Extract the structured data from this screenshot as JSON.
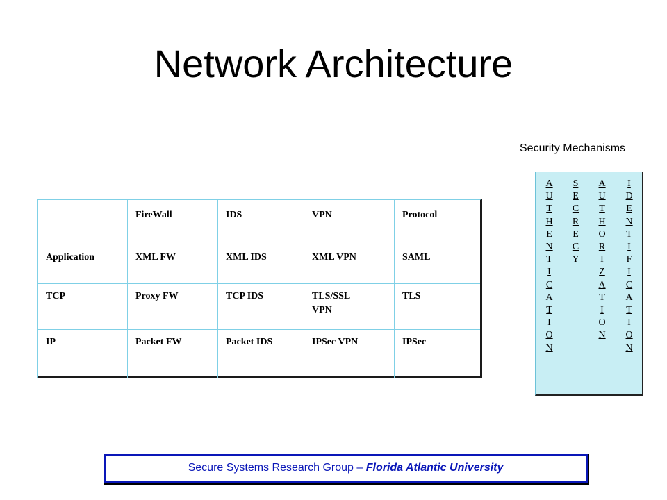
{
  "title": "Network Architecture",
  "security_mechanisms_label": "Security Mechanisms",
  "table": {
    "header": [
      "",
      "FireWall",
      "IDS",
      "VPN",
      "Protocol"
    ],
    "rows": [
      [
        "Application",
        "XML FW",
        "XML IDS",
        "XML VPN",
        "SAML"
      ],
      [
        "TCP",
        "Proxy FW",
        "TCP IDS",
        "TLS/SSL VPN",
        "TLS"
      ],
      [
        "IP",
        "Packet FW",
        "Packet IDS",
        "IPSec VPN",
        "IPSec"
      ]
    ]
  },
  "mechanisms": [
    "AUTHENTICATION",
    "SECRECY",
    "AUTHORIZATION",
    "IDENTIFICATION"
  ],
  "footer": {
    "group": "Secure Systems Research Group",
    "separator": " – ",
    "university": "Florida Atlantic University"
  },
  "colors": {
    "footer_blue": "#0a17b8",
    "mechanism_fill": "#c8eef4",
    "table_grid": "#7fd0e6"
  }
}
